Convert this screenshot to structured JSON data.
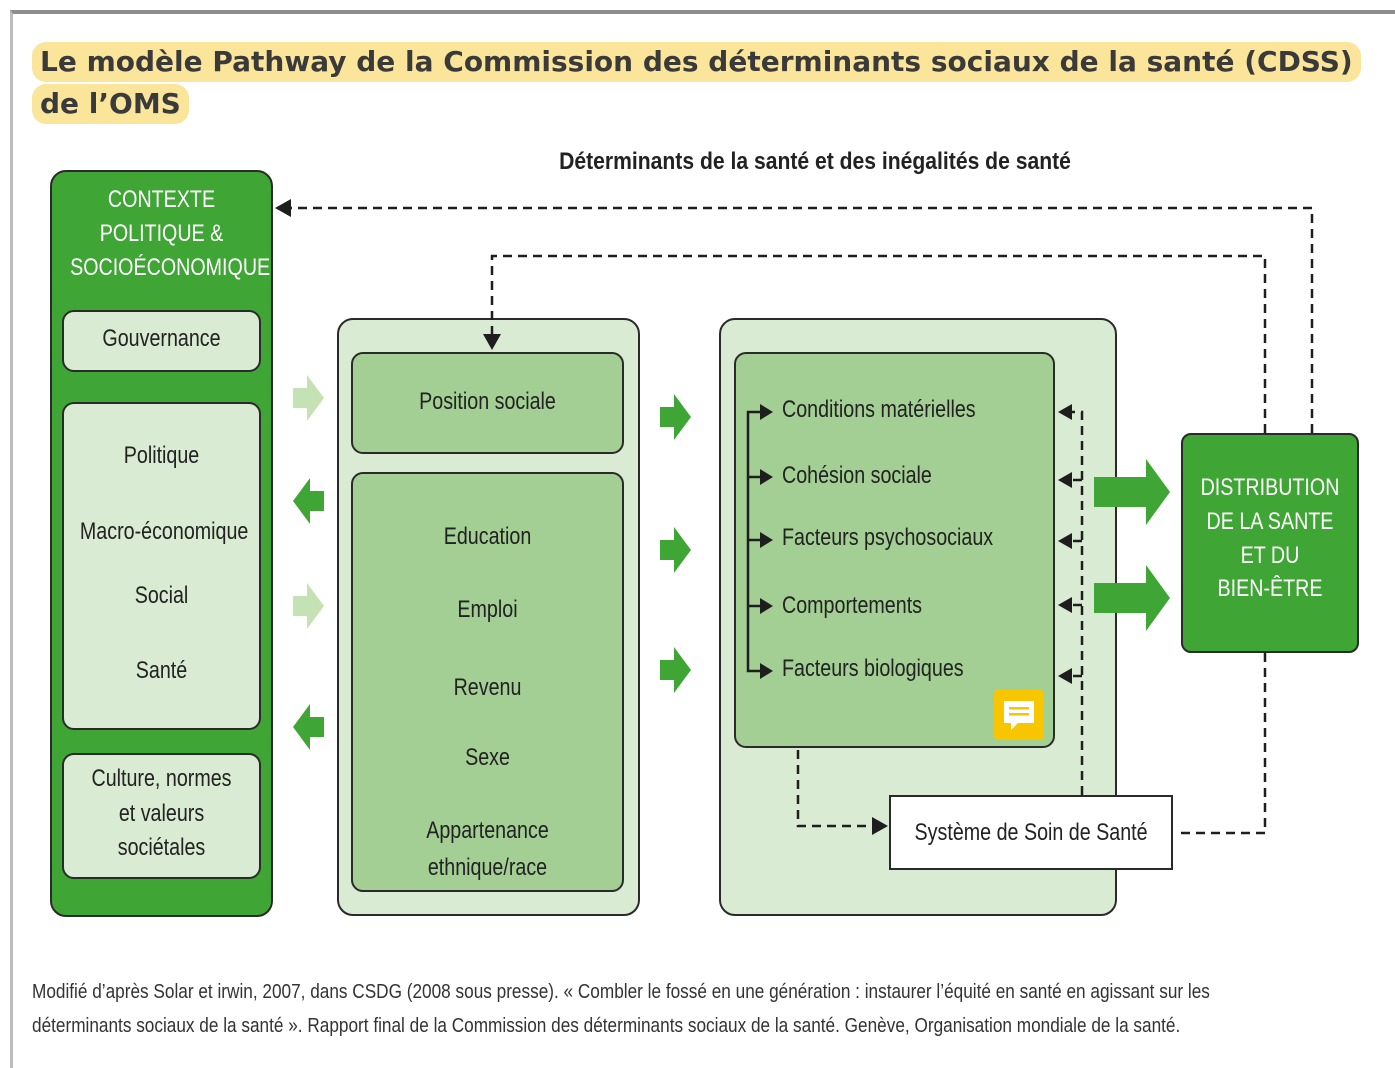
{
  "title": {
    "line1": "Le modèle Pathway de la Commission des déterminants sociaux de la santé (CDSS)",
    "line2": "de l’OMS"
  },
  "subtitle": "Déterminants de la santé et des inégalités de santé",
  "context": {
    "header": [
      "CONTEXTE",
      "POLITIQUE &",
      "SOCIOÉCONOMIQUE"
    ],
    "governance": "Gouvernance",
    "policies": [
      "Politique",
      "Macro-économique",
      "Social",
      "Santé"
    ],
    "culture": [
      "Culture, normes",
      "et valeurs",
      "sociétales"
    ]
  },
  "structural": {
    "position": "Position sociale",
    "items": [
      "Education",
      "Emploi",
      "Revenu",
      "Sexe"
    ],
    "ethnic": [
      "Appartenance",
      "ethnique/race"
    ]
  },
  "intermediary": {
    "items": [
      "Conditions matérielles",
      "Cohésion sociale",
      "Facteurs psychosociaux",
      "Comportements",
      "Facteurs biologiques"
    ]
  },
  "health_system": "Système de Soin de Santé",
  "outcome": [
    "DISTRIBUTION",
    "DE LA SANTE",
    "ET DU",
    "BIEN-ÊTRE"
  ],
  "caption": {
    "line1": "Modifié d’après Solar et irwin, 2007, dans CSDG (2008 sous presse). « Combler le fossé en une génération : instaurer l’équité en santé en agissant sur les",
    "line2": "déterminants sociaux de la santé ». Rapport final de la Commission des déterminants sociaux de la santé. Genève, Organisation mondiale de la santé."
  },
  "colors": {
    "dark_green": "#3fa535",
    "mid_green": "#a3cf94",
    "light_green": "#d9ebd2",
    "pale_arrow": "#c4e2b4",
    "title_highlight": "#fbe59a",
    "comment_icon": "#f7c600"
  },
  "icons": [
    "comment-icon"
  ]
}
